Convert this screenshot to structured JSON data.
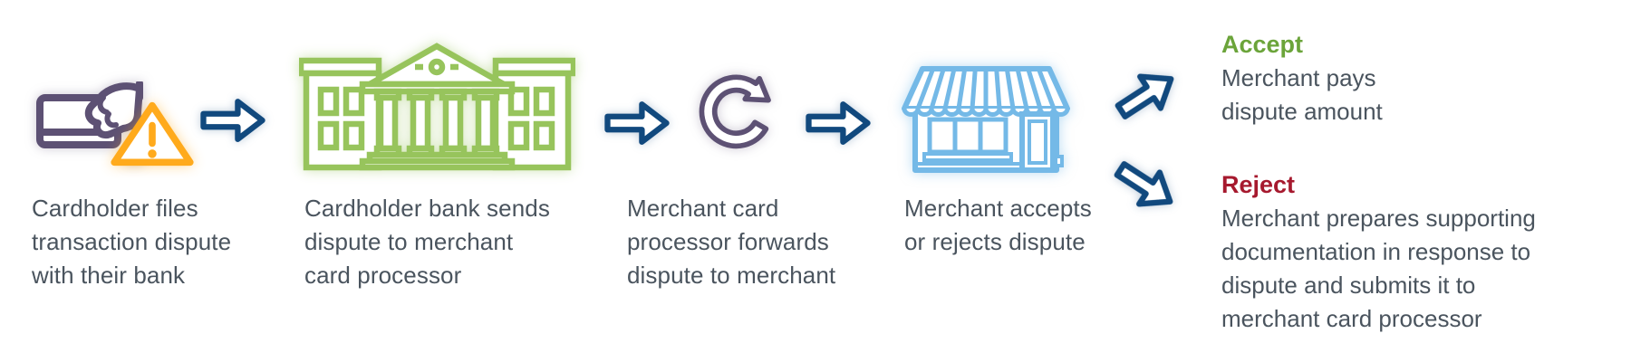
{
  "flow": {
    "steps": [
      {
        "name": "cardholder-files-dispute",
        "icon": "credit-card-in-hand-with-warning",
        "label_lines": [
          "Cardholder files",
          "transaction dispute",
          "with their bank"
        ]
      },
      {
        "name": "bank-sends-dispute",
        "icon": "bank-building",
        "label_lines": [
          "Cardholder bank sends",
          "dispute to merchant",
          "card processor"
        ]
      },
      {
        "name": "processor-forwards-dispute",
        "icon": "refresh-circular-arrow",
        "label_lines": [
          "Merchant card",
          "processor forwards",
          "dispute to merchant"
        ]
      },
      {
        "name": "merchant-decides",
        "icon": "storefront",
        "label_lines": [
          "Merchant accepts",
          "or rejects dispute"
        ]
      }
    ],
    "outcomes": [
      {
        "name": "accept",
        "title": "Accept",
        "lines": [
          "Merchant pays",
          "dispute amount"
        ]
      },
      {
        "name": "reject",
        "title": "Reject",
        "lines": [
          "Merchant prepares supporting",
          "documentation in response to",
          "dispute and submits it to",
          "merchant card processor"
        ]
      }
    ]
  },
  "colors": {
    "text_gray": "#4A545E",
    "arrow_navy": "#11497E",
    "card_purple": "#5D5174",
    "warning_orange": "#FFAA1C",
    "bank_green": "#97C45C",
    "refresh_purple": "#5D5174",
    "store_blue": "#74B9E7",
    "accept_green": "#6BA43A",
    "reject_red": "#A6192E"
  }
}
